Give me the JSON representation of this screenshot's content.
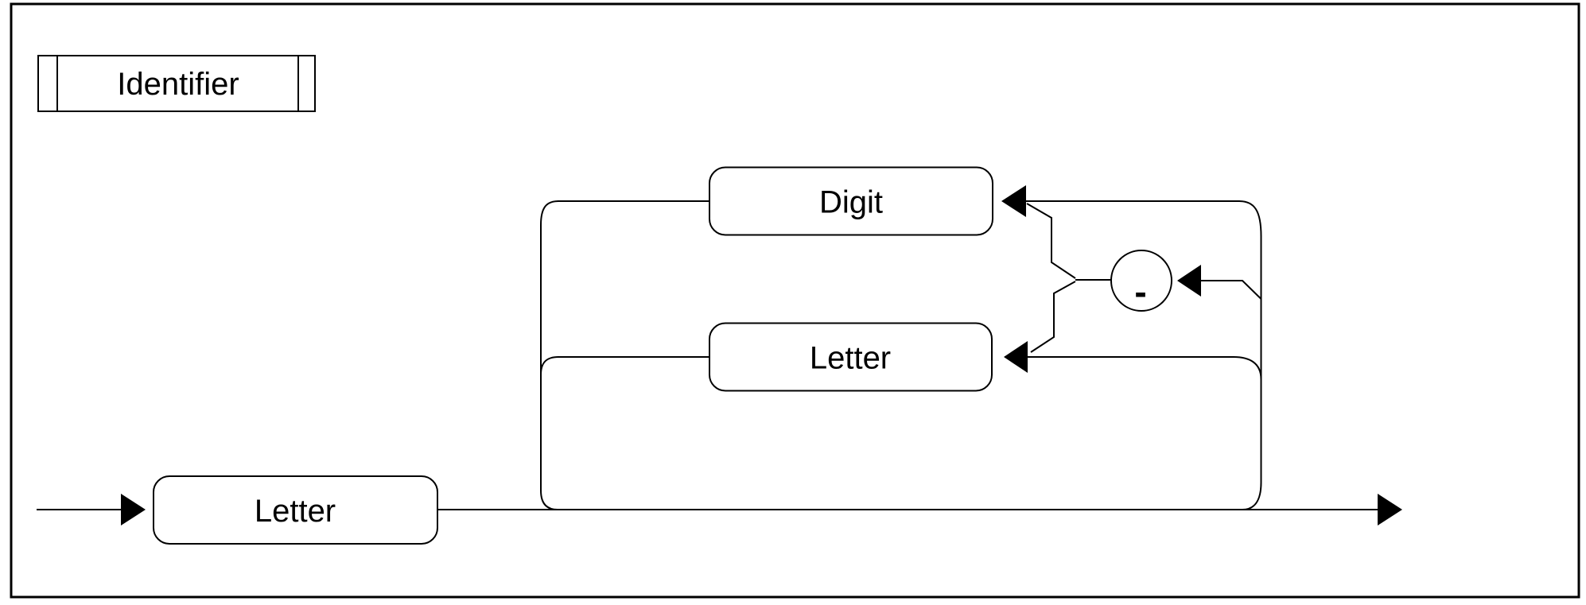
{
  "diagram": {
    "kind": "railroad-syntax-diagram",
    "rule_name": "Identifier",
    "nodes": {
      "main_letter": {
        "label": "Letter",
        "kind": "nonterminal"
      },
      "loop_digit": {
        "label": "Digit",
        "kind": "nonterminal"
      },
      "loop_letter": {
        "label": "Letter",
        "kind": "nonterminal"
      },
      "terminal_dash": {
        "label": "-",
        "kind": "terminal"
      }
    },
    "colors": {
      "line": "#000000",
      "text": "#000000",
      "background": "#ffffff"
    }
  }
}
